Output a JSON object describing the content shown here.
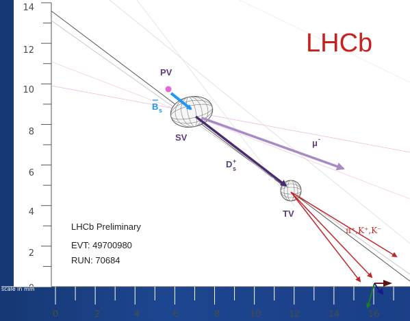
{
  "logo": {
    "text": "LHCb",
    "color": "#c8201c"
  },
  "info": {
    "line1": "LHCb Preliminary",
    "line2": "EVT: 49700980",
    "line3": "RUN: 70684"
  },
  "y_axis": {
    "ticks": [
      "14",
      "12",
      "10",
      "8",
      "6",
      "4",
      "2",
      "0"
    ]
  },
  "x_axis": {
    "scale_label": "scale in mm",
    "ticks": [
      "0",
      "2",
      "4",
      "6",
      "8",
      "10",
      "12",
      "14",
      "16"
    ]
  },
  "vertices": {
    "pv": "PV",
    "bs_base": "B",
    "bs_sub": "s",
    "sv": "SV",
    "ds_base": "D",
    "ds_sub": "s",
    "ds_sup": "+",
    "tv": "TV"
  },
  "tracks": {
    "muon_base": "μ",
    "muon_sup": "-",
    "hadrons": "π⁺,K⁺,K⁻"
  },
  "colors": {
    "background": "#1a3f86",
    "bs_arrow": "#2196f3",
    "ds_arrow": "#4a2c6e",
    "muon_arrow": "#a98bc4",
    "hadron_tracks": "#c0272d",
    "pv_marker": "#e36ad6"
  }
}
